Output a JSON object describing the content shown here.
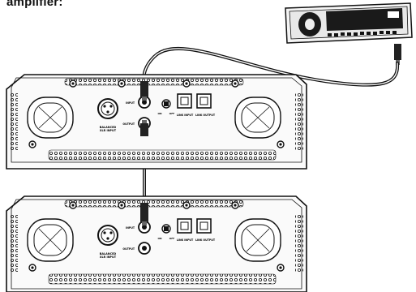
{
  "caption": "amplifier:",
  "amplifiers": [
    {
      "id": "top",
      "xlr_label_line1": "BALANCED",
      "xlr_label_line2": "XLR INPUT",
      "rca_input_label": "INPUT",
      "rca_output_label": "OUTPUT",
      "switch_label_on": "ON",
      "switch_label_off": "OFF",
      "link_input_label": "LINK INPUT",
      "link_output_label": "LINK OUTPUT"
    },
    {
      "id": "bottom",
      "xlr_label_line1": "BALANCED",
      "xlr_label_line2": "XLR INPUT",
      "rca_input_label": "INPUT",
      "rca_output_label": "OUTPUT",
      "switch_label_on": "ON",
      "switch_label_off": "OFF",
      "link_input_label": "LINK INPUT",
      "link_output_label": "LINK OUTPUT"
    }
  ],
  "head_unit": {
    "icon": "car-stereo-icon"
  },
  "cables": [
    {
      "from": "head-unit-rca-output",
      "to": "top-amp-rca-input"
    },
    {
      "from": "top-amp-rca-output",
      "to": "bottom-amp-rca-input"
    }
  ]
}
